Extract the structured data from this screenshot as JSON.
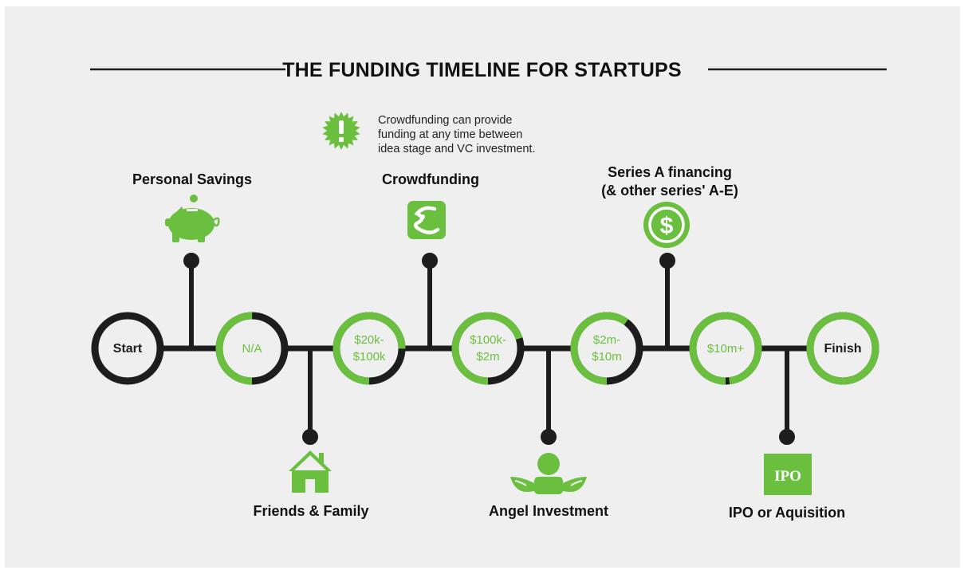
{
  "title": "THE FUNDING TIMELINE FOR STARTUPS",
  "note": {
    "lines": [
      "Crowdfunding can provide",
      "funding at any time between",
      "idea stage and VC investment."
    ]
  },
  "colors": {
    "green": "#6bbf3f",
    "dark": "#1d1d1d",
    "background": "#efefef"
  },
  "nodes": [
    {
      "id": "start",
      "lines": [
        "Start"
      ],
      "fill_fraction": 1.0,
      "ring": "dark",
      "text": "dark"
    },
    {
      "id": "na",
      "lines": [
        "N/A"
      ],
      "fill_fraction": 0.5,
      "ring": "green",
      "text": "green"
    },
    {
      "id": "20k",
      "lines": [
        "$20k-",
        "$100k"
      ],
      "fill_fraction": 0.75,
      "ring": "green",
      "text": "green"
    },
    {
      "id": "100k",
      "lines": [
        "$100k-",
        "$2m"
      ],
      "fill_fraction": 0.7,
      "ring": "green",
      "text": "green"
    },
    {
      "id": "2m",
      "lines": [
        "$2m-",
        "$10m"
      ],
      "fill_fraction": 0.6,
      "ring": "green",
      "text": "green"
    },
    {
      "id": "10m",
      "lines": [
        "$10m+"
      ],
      "fill_fraction": 0.98,
      "ring": "green",
      "text": "green"
    },
    {
      "id": "finish",
      "lines": [
        "Finish"
      ],
      "fill_fraction": 1.0,
      "ring": "green",
      "text": "dark"
    }
  ],
  "stages": [
    {
      "id": "personal-savings",
      "label_lines": [
        "Personal Savings"
      ],
      "icon": "piggy-bank-icon",
      "position": "above"
    },
    {
      "id": "friends-family",
      "label_lines": [
        "Friends & Family"
      ],
      "icon": "house-icon",
      "position": "below"
    },
    {
      "id": "crowdfunding",
      "label_lines": [
        "Crowdfunding"
      ],
      "icon": "crowdfunding-icon",
      "position": "above"
    },
    {
      "id": "angel-investment",
      "label_lines": [
        "Angel Investment"
      ],
      "icon": "angel-icon",
      "position": "below"
    },
    {
      "id": "series-a",
      "label_lines": [
        "Series A financing",
        "(& other series' A-E)"
      ],
      "icon": "dollar-icon",
      "position": "above"
    },
    {
      "id": "ipo",
      "label_lines": [
        "IPO or Aquisition"
      ],
      "icon": "ipo-icon",
      "icon_text": "IPO",
      "position": "below"
    }
  ]
}
